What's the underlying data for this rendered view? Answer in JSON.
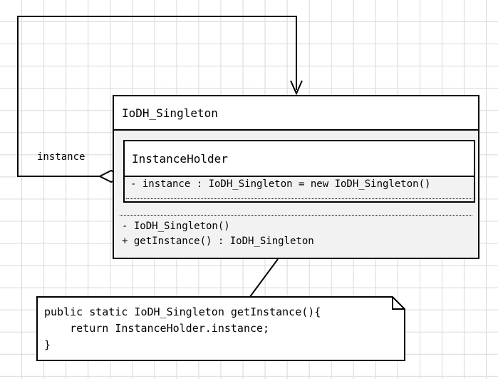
{
  "diagram": {
    "type": "uml-class-diagram",
    "title": "IoDH_Singleton (Initialization on Demand Holder) class diagram",
    "background": "#ffffff",
    "grid_color": "#d9d9d9",
    "line_color": "#000000",
    "class_fill": "#f2f2f2",
    "header_fill": "#ffffff"
  },
  "outer_class": {
    "name": "IoDH_Singleton",
    "methods": [
      "- IoDH_Singleton()",
      "+ getInstance() : IoDH_Singleton"
    ]
  },
  "inner_class": {
    "name": "InstanceHolder",
    "attributes": [
      "- instance : IoDH_Singleton = new IoDH_Singleton()"
    ]
  },
  "association": {
    "role_label": "instance",
    "end_marker": "aggregation-diamond",
    "arrow_marker": "open-arrow"
  },
  "note": {
    "lines": [
      "public static IoDH_Singleton getInstance(){",
      "    return InstanceHolder.instance;",
      "}"
    ],
    "text": "public static IoDH_Singleton getInstance(){\n    return InstanceHolder.instance;\n}"
  }
}
